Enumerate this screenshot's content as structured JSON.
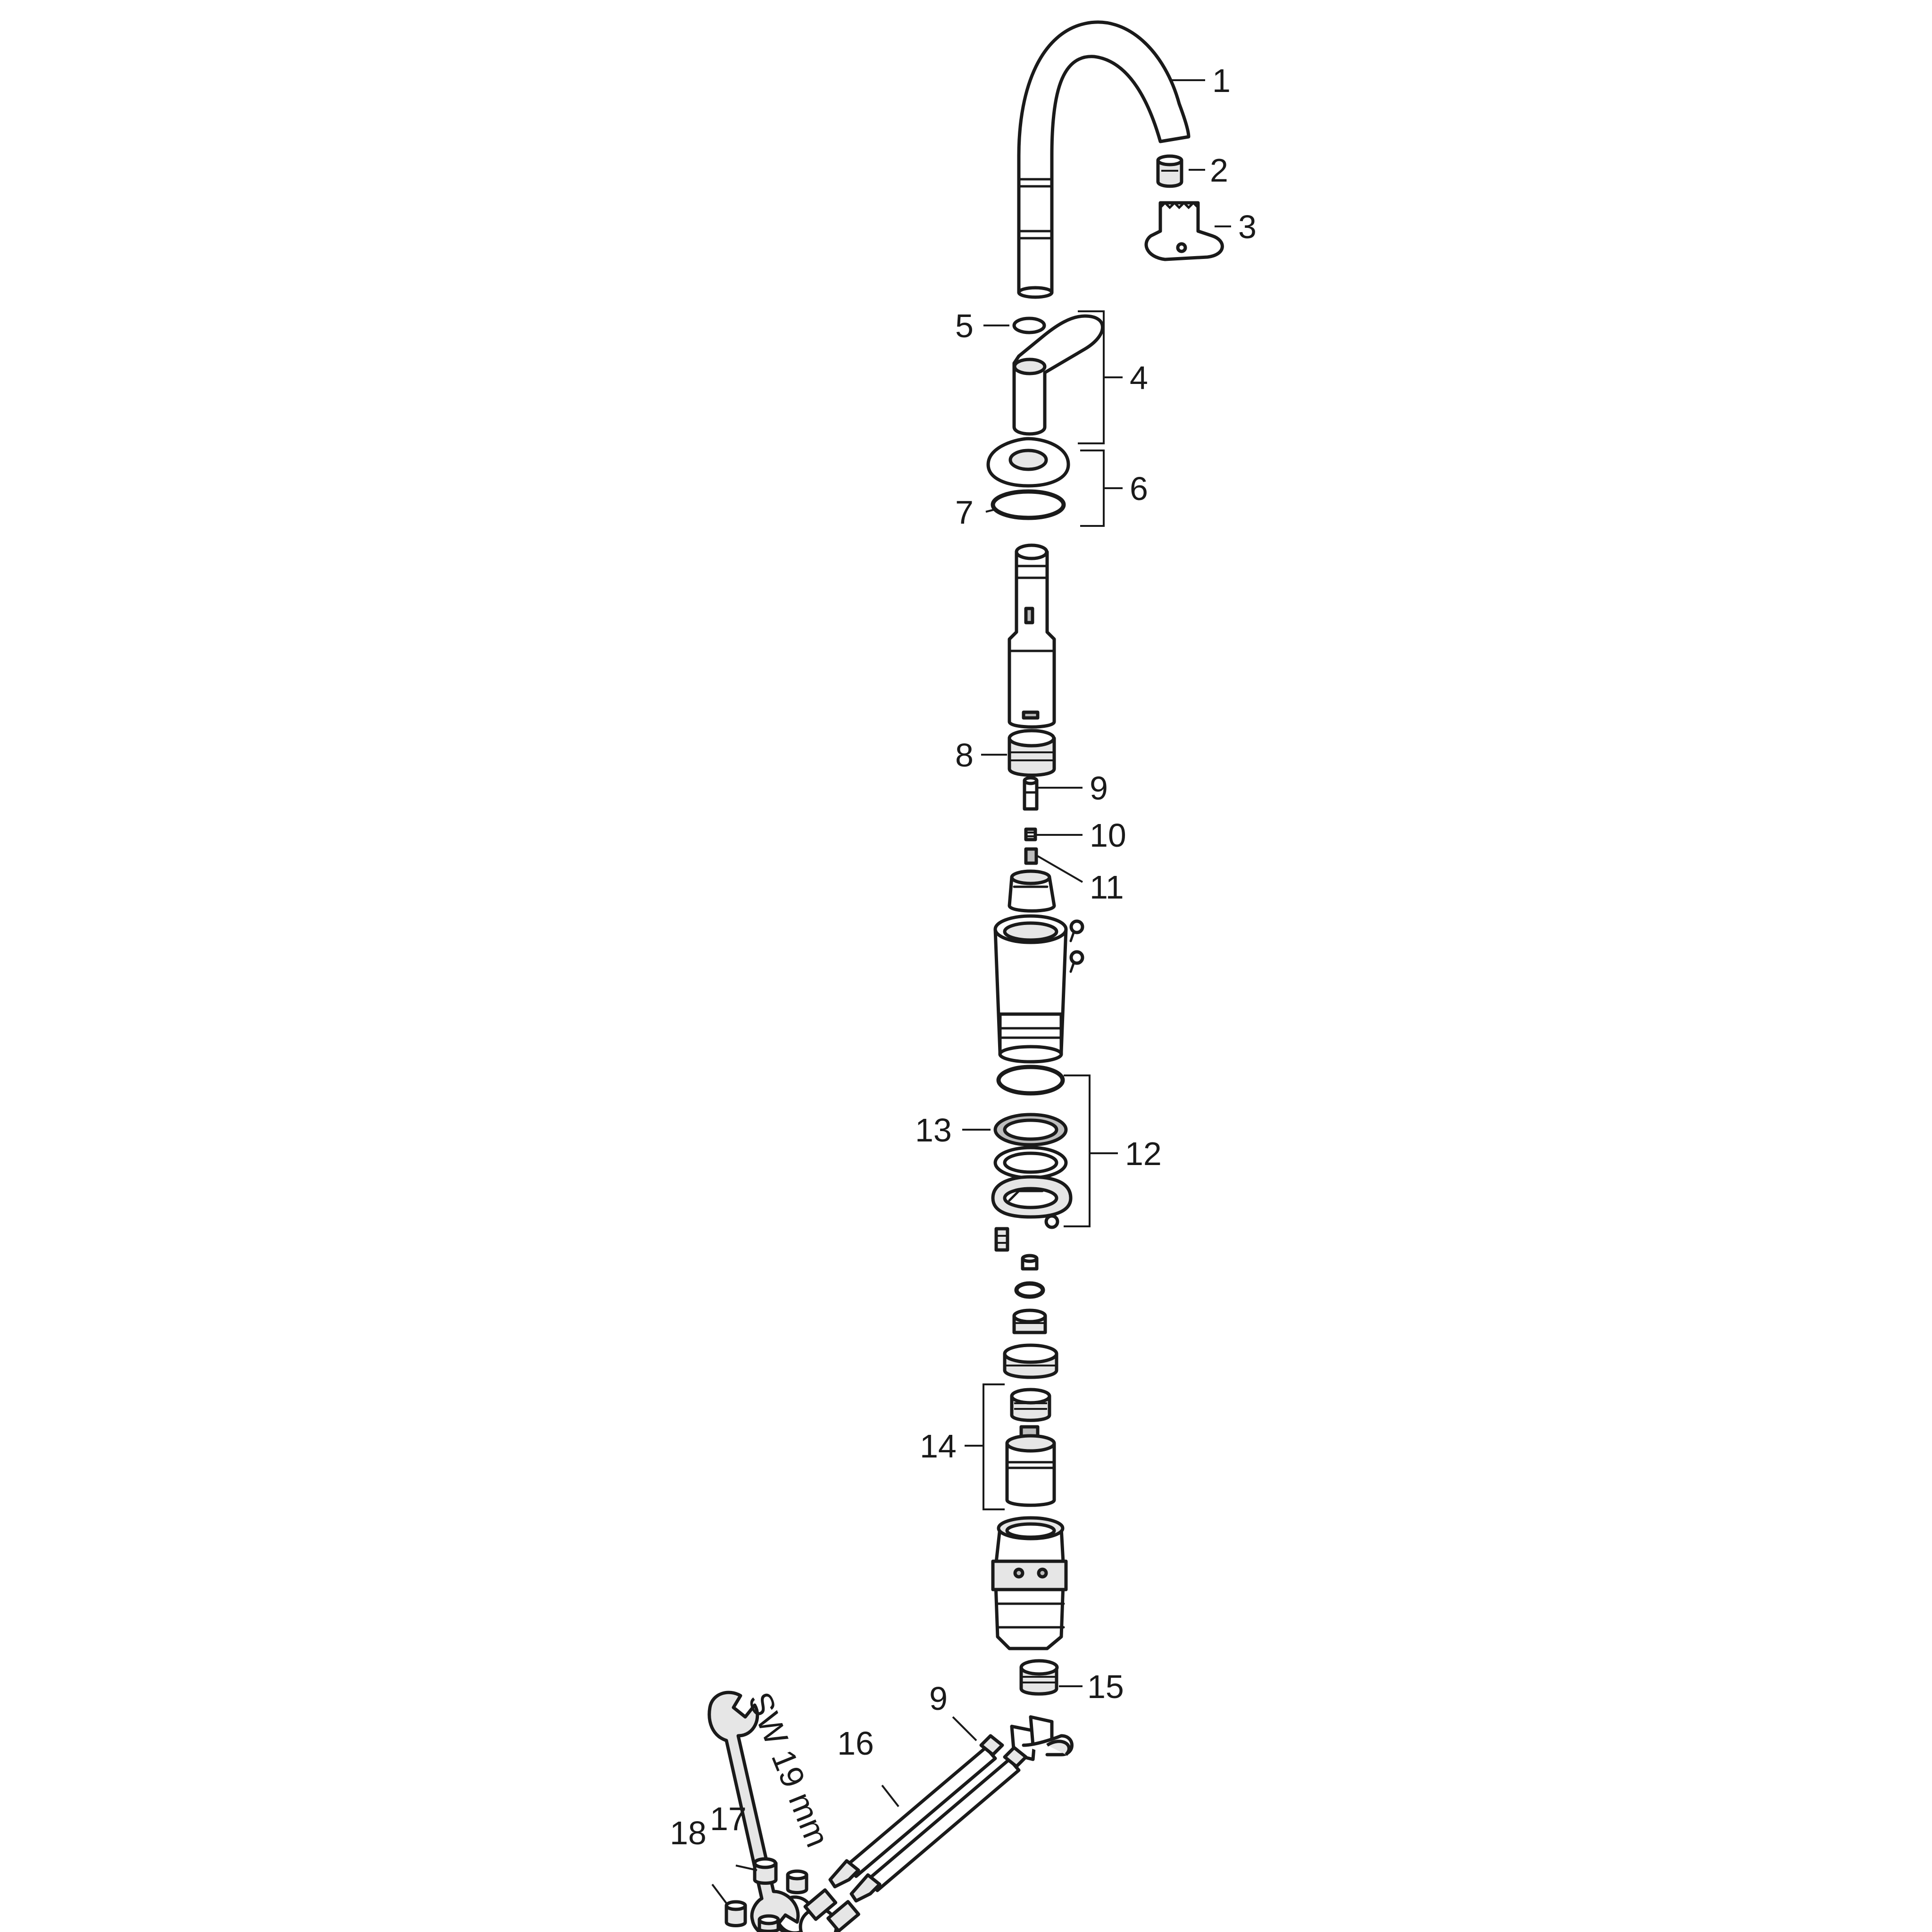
{
  "diagram": {
    "part_numbers": {
      "p1": "1",
      "p2": "2",
      "p3": "3",
      "p4": "4",
      "p5": "5",
      "p6": "6",
      "p7": "7",
      "p8": "8",
      "p9": "9",
      "p10": "10",
      "p11": "11",
      "p12": "12",
      "p13": "13",
      "p14": "14",
      "p15": "15",
      "p16": "16",
      "p17": "17",
      "p18": "18",
      "p9b": "9"
    },
    "wrench_label": "SW 19 mm"
  }
}
